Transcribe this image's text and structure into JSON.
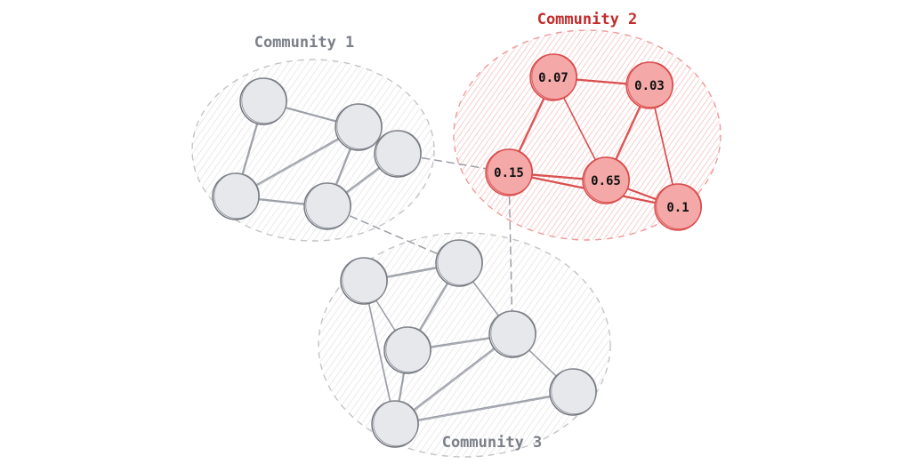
{
  "colors": {
    "gray_stroke": "#9a9ea6",
    "gray_fill": "#e6e8ec",
    "gray_label": "#7a7f88",
    "red_stroke": "#d94a4a",
    "red_fill": "#f4a8a8",
    "red_label": "#c42b2b",
    "hatch_gray": "#d6d6d6",
    "hatch_red": "#f2b8b8"
  },
  "communities": [
    {
      "id": "c1",
      "label": "Community 1",
      "highlighted": false
    },
    {
      "id": "c2",
      "label": "Community 2",
      "highlighted": true
    },
    {
      "id": "c3",
      "label": "Community 3",
      "highlighted": false
    }
  ],
  "nodes": [
    {
      "id": "a1",
      "community": "c1",
      "label": ""
    },
    {
      "id": "a2",
      "community": "c1",
      "label": ""
    },
    {
      "id": "a3",
      "community": "c1",
      "label": ""
    },
    {
      "id": "a4",
      "community": "c1",
      "label": ""
    },
    {
      "id": "a5",
      "community": "c1",
      "label": ""
    },
    {
      "id": "b1",
      "community": "c2",
      "label": "0.07"
    },
    {
      "id": "b2",
      "community": "c2",
      "label": "0.03"
    },
    {
      "id": "b3",
      "community": "c2",
      "label": "0.15"
    },
    {
      "id": "b4",
      "community": "c2",
      "label": "0.65"
    },
    {
      "id": "b5",
      "community": "c2",
      "label": "0.1"
    },
    {
      "id": "d1",
      "community": "c3",
      "label": ""
    },
    {
      "id": "d2",
      "community": "c3",
      "label": ""
    },
    {
      "id": "d3",
      "community": "c3",
      "label": ""
    },
    {
      "id": "d4",
      "community": "c3",
      "label": ""
    },
    {
      "id": "d5",
      "community": "c3",
      "label": ""
    },
    {
      "id": "d6",
      "community": "c3",
      "label": ""
    }
  ],
  "edges": [
    {
      "from": "a1",
      "to": "a2",
      "type": "intra"
    },
    {
      "from": "a1",
      "to": "a4",
      "type": "intra"
    },
    {
      "from": "a2",
      "to": "a4",
      "type": "intra"
    },
    {
      "from": "a2",
      "to": "a3",
      "type": "intra"
    },
    {
      "from": "a2",
      "to": "a5",
      "type": "intra"
    },
    {
      "from": "a3",
      "to": "a5",
      "type": "intra"
    },
    {
      "from": "a4",
      "to": "a5",
      "type": "intra"
    },
    {
      "from": "b1",
      "to": "b2",
      "type": "intra"
    },
    {
      "from": "b1",
      "to": "b3",
      "type": "intra"
    },
    {
      "from": "b1",
      "to": "b4",
      "type": "intra"
    },
    {
      "from": "b2",
      "to": "b4",
      "type": "intra"
    },
    {
      "from": "b2",
      "to": "b5",
      "type": "intra"
    },
    {
      "from": "b3",
      "to": "b4",
      "type": "intra"
    },
    {
      "from": "b3",
      "to": "b5",
      "type": "intra"
    },
    {
      "from": "b4",
      "to": "b5",
      "type": "intra"
    },
    {
      "from": "d1",
      "to": "d2",
      "type": "intra"
    },
    {
      "from": "d1",
      "to": "d3",
      "type": "intra"
    },
    {
      "from": "d1",
      "to": "d5",
      "type": "intra"
    },
    {
      "from": "d2",
      "to": "d3",
      "type": "intra"
    },
    {
      "from": "d2",
      "to": "d4",
      "type": "intra"
    },
    {
      "from": "d3",
      "to": "d4",
      "type": "intra"
    },
    {
      "from": "d3",
      "to": "d5",
      "type": "intra"
    },
    {
      "from": "d4",
      "to": "d5",
      "type": "intra"
    },
    {
      "from": "d4",
      "to": "d6",
      "type": "intra"
    },
    {
      "from": "d5",
      "to": "d6",
      "type": "intra"
    },
    {
      "from": "a3",
      "to": "b3",
      "type": "inter"
    },
    {
      "from": "a5",
      "to": "d2",
      "type": "inter"
    },
    {
      "from": "b3",
      "to": "d4",
      "type": "inter"
    }
  ]
}
